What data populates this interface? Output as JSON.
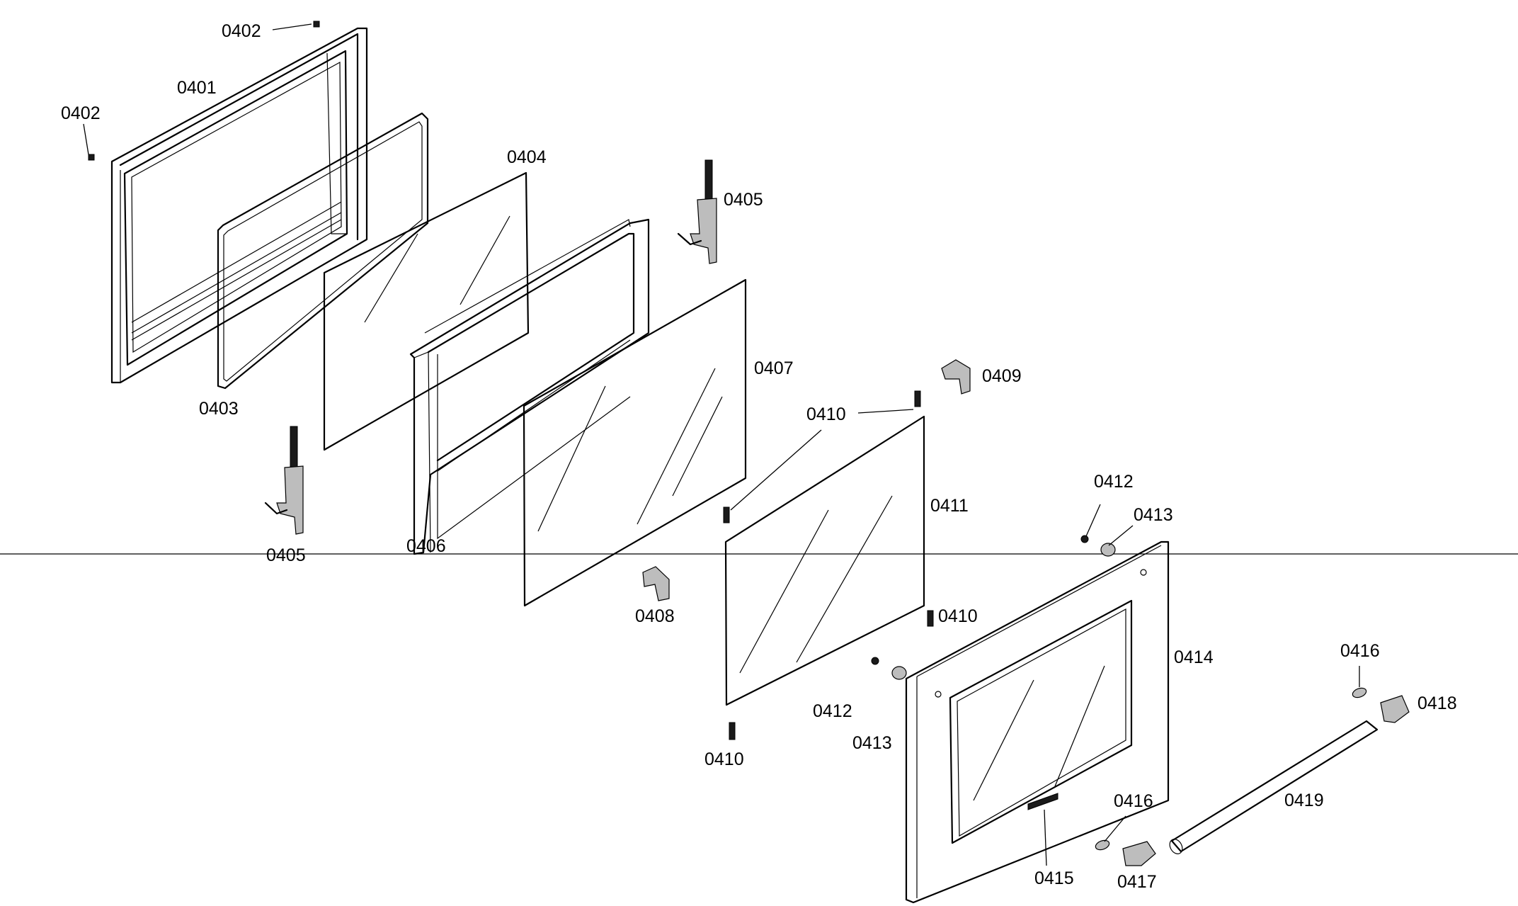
{
  "labels": {
    "p0401": "0401",
    "p0402a": "0402",
    "p0402b": "0402",
    "p0403": "0403",
    "p0404": "0404",
    "p0405a": "0405",
    "p0405b": "0405",
    "p0406": "0406",
    "p0407": "0407",
    "p0408": "0408",
    "p0409": "0409",
    "p0410a": "0410",
    "p0410b": "0410",
    "p0410c": "0410",
    "p0411": "0411",
    "p0412a": "0412",
    "p0412b": "0412",
    "p0413a": "0413",
    "p0413b": "0413",
    "p0414": "0414",
    "p0415": "0415",
    "p0416a": "0416",
    "p0416b": "0416",
    "p0417": "0417",
    "p0418": "0418",
    "p0419": "0419"
  }
}
